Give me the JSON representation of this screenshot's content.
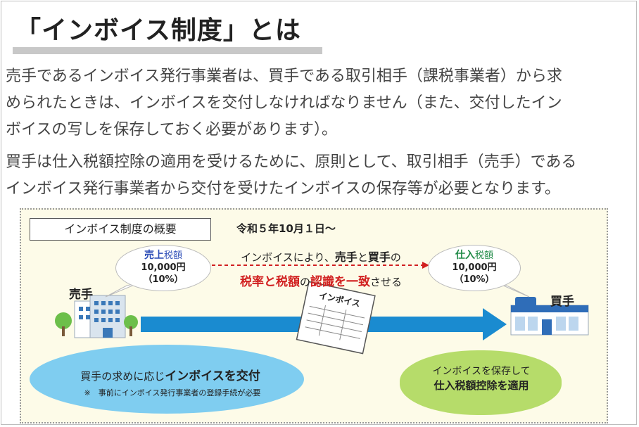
{
  "heading": {
    "title": "「インボイス制度」とは"
  },
  "paragraph1": {
    "lines": [
      "売手であるインボイス発行事業者は、買手である取引相手（課税事業者）から求",
      "められたときは、インボイスを交付しなければなりません（また、交付したイン",
      "ボイスの写しを保存しておく必要があります）。"
    ]
  },
  "paragraph2": {
    "lines": [
      "買手は仕入税額控除の適用を受けるために、原則として、取引相手（売手）である",
      "インボイス発行事業者から交付を受けたインボイスの保存等が必要となります。"
    ]
  },
  "diagram": {
    "overview_label": "インボイス制度の概要",
    "date_label": "令和５年10月１日〜",
    "seller_label": "売手",
    "buyer_label": "買手",
    "seller_bubble": {
      "name": "売上",
      "suffix": "税額",
      "amount": "10,000円",
      "rate": "（10%）"
    },
    "buyer_bubble": {
      "name": "仕入",
      "suffix": "税額",
      "amount": "10,000円",
      "rate": "（10%）"
    },
    "middle_line1": {
      "pre": "インボイスにより、",
      "seller": "売手",
      "and": "と",
      "buyer": "買手",
      "post": "の"
    },
    "middle_line2": {
      "part1": "税率と税額",
      "part2": "の",
      "part3": "認識を一致",
      "part4": "させる"
    },
    "invoice_doc_label": "インボイス",
    "left_cloud": {
      "pre": "買手の求めに応じ",
      "bold": "インボイスを交付",
      "note": "※　事前にインボイス発行事業者の登録手続が必要"
    },
    "right_cloud": {
      "line1": "インボイスを保存して",
      "line2": "仕入税額控除を適用"
    },
    "colors": {
      "arrow": "#1a8bd0",
      "dashed_arrow": "#d12020",
      "left_cloud": "#7fcdf0",
      "right_cloud": "#b6dc6a",
      "background": "#fdfbe8"
    }
  }
}
